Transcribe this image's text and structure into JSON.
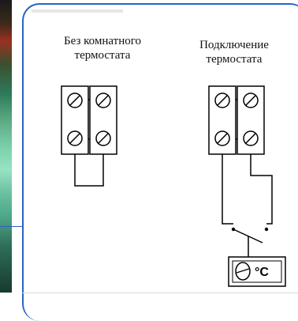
{
  "left_diagram": {
    "caption_line1": "Без комнатного",
    "caption_line2": "термостата"
  },
  "right_diagram": {
    "caption_line1": "Подключение",
    "caption_line2": "термостата"
  },
  "thermostat": {
    "label": "°C"
  },
  "colors": {
    "frame": "#2a63c4",
    "ink": "#000000"
  }
}
